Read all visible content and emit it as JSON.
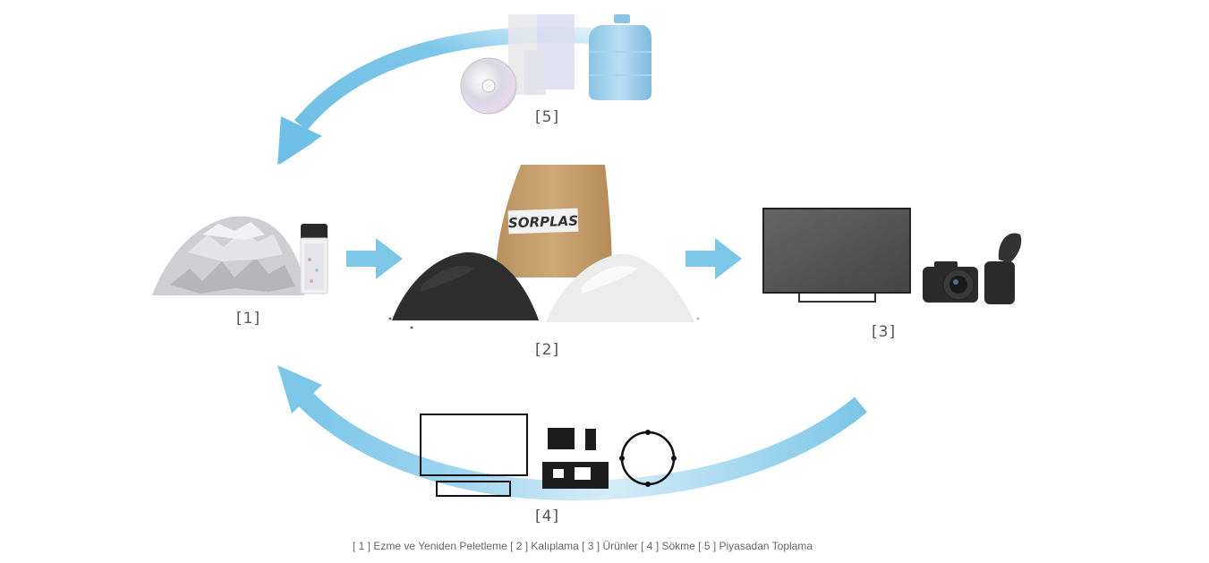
{
  "labels": {
    "step1": "[1]",
    "step2": "[2]",
    "step3": "[3]",
    "step4": "[4]",
    "step5": "[5]"
  },
  "bag_label": "SORPLAS",
  "caption": "[ 1 ] Ezme ve Yeniden Peletleme [ 2 ] Kalıplama [ 3 ] Ürünler [ 4 ] Sökme [ 5 ] Piyasadan Toplama",
  "colors": {
    "arrow": "#7cc6e8",
    "arrow_light": "#bfe3f4",
    "dark_pellets": "#2e2e2e",
    "white_pellets": "#ececec",
    "bag": "#c9a373",
    "tv": "#4a4a4a"
  },
  "icons": [
    "curved-arrow-icon",
    "right-arrow-icon",
    "cd-icon",
    "water-jug-icon",
    "tv-icon",
    "camera-icon",
    "disassembled-parts-icon"
  ]
}
